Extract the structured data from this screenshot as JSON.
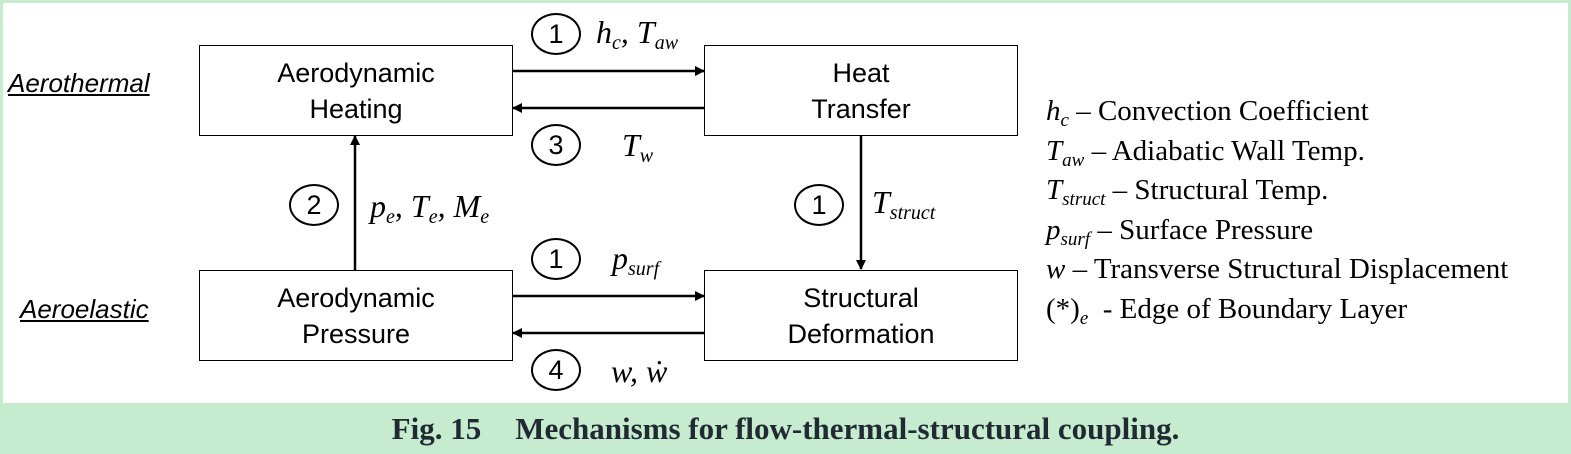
{
  "row_labels": {
    "top": "Aerothermal",
    "bottom": "Aeroelastic"
  },
  "boxes": {
    "aero_heating": [
      "Aerodynamic",
      "Heating"
    ],
    "heat_transfer": [
      "Heat",
      "Transfer"
    ],
    "aero_pressure": [
      "Aerodynamic",
      "Pressure"
    ],
    "struct_deform": [
      "Structural",
      "Deformation"
    ]
  },
  "couplings": [
    {
      "id": "heating_to_transfer",
      "number": "1",
      "var": "h",
      "sub": "c",
      "var2": "T",
      "sub2": "aw"
    },
    {
      "id": "transfer_to_heating",
      "number": "3",
      "var": "T",
      "sub": "w"
    },
    {
      "id": "pressure_to_heating",
      "number": "2",
      "var": "p",
      "sub": "e",
      "var2": "T",
      "sub2": "e",
      "var3": "M",
      "sub3": "e"
    },
    {
      "id": "transfer_to_deform",
      "number": "1",
      "var": "T",
      "sub": "struct"
    },
    {
      "id": "pressure_to_deform",
      "number": "1",
      "var": "p",
      "sub": "surf"
    },
    {
      "id": "deform_to_pressure",
      "number": "4",
      "var": "w",
      "var2": "ẇ"
    }
  ],
  "legend": [
    {
      "sym": "h",
      "sub": "c",
      "desc": " – Convection Coefficient"
    },
    {
      "sym": "T",
      "sub": "aw",
      "desc": " – Adiabatic Wall Temp."
    },
    {
      "sym": "T",
      "sub": "struct",
      "desc": " – Structural Temp."
    },
    {
      "sym": "p",
      "sub": "surf",
      "desc": " – Surface Pressure"
    },
    {
      "sym": "w",
      "sub": "",
      "desc": " – Transverse Structural Displacement"
    },
    {
      "sym": "(*)",
      "sub": "e",
      "desc": "  - Edge of Boundary Layer"
    }
  ],
  "caption": {
    "number": "Fig. 15",
    "text": "Mechanisms for flow-thermal-structural coupling."
  }
}
